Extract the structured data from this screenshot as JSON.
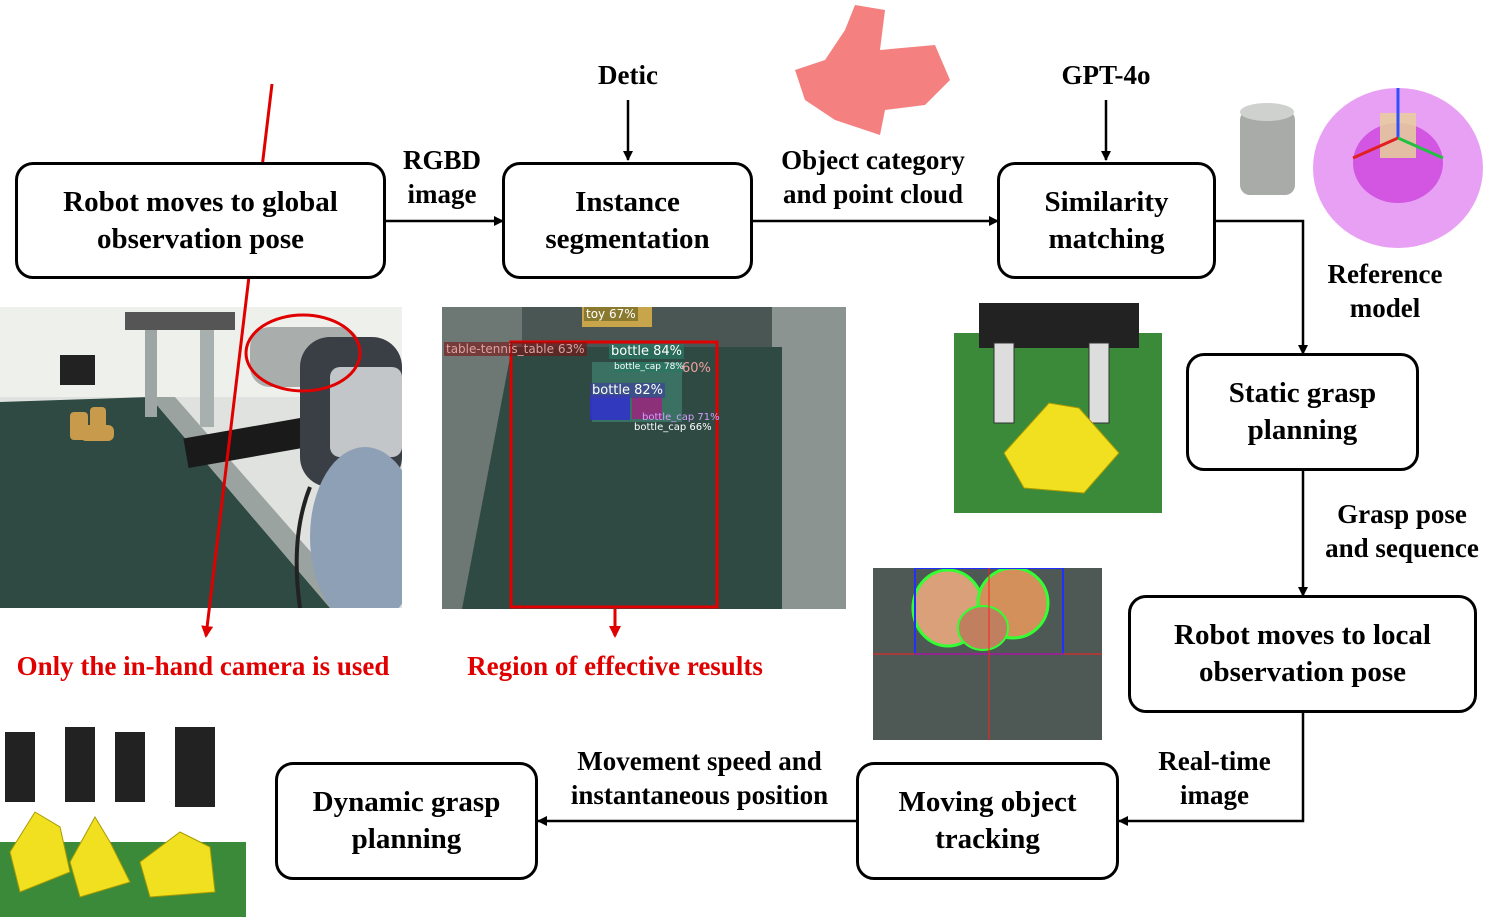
{
  "nodes": {
    "global_pose": "Robot moves to global observation pose",
    "instance_seg": "Instance segmentation",
    "similarity": "Similarity matching",
    "static_grasp": "Static grasp planning",
    "local_pose": "Robot moves to local observation pose",
    "tracking": "Moving object tracking",
    "dynamic_grasp": "Dynamic grasp planning"
  },
  "edge_labels": {
    "rgbd": "RGBD image",
    "object_cloud": "Object category and point cloud",
    "reference": "Reference model",
    "grasp_pose": "Grasp pose and sequence",
    "realtime": "Real-time image",
    "movement": "Movement speed and instantaneous position"
  },
  "inputs": {
    "detic": "Detic",
    "gpt": "GPT-4o"
  },
  "annotations": {
    "in_hand": "Only the in-hand camera is used",
    "region": "Region of effective results"
  },
  "detections": {
    "toy": "toy 67%",
    "table": "table-tennis_table 63%",
    "bottle1": "bottle 84%",
    "bottle2": "bottle 82%",
    "cap1": "bottle_cap 78%",
    "cap2": "bottle_cap 71%",
    "cap3": "bottle_cap 66%",
    "pct60": "60%"
  },
  "colors": {
    "annotation_red": "#e00000",
    "belt_green": "#2f4a42",
    "sim_green": "#3d8b3d",
    "object_yellow": "#f0e020"
  }
}
